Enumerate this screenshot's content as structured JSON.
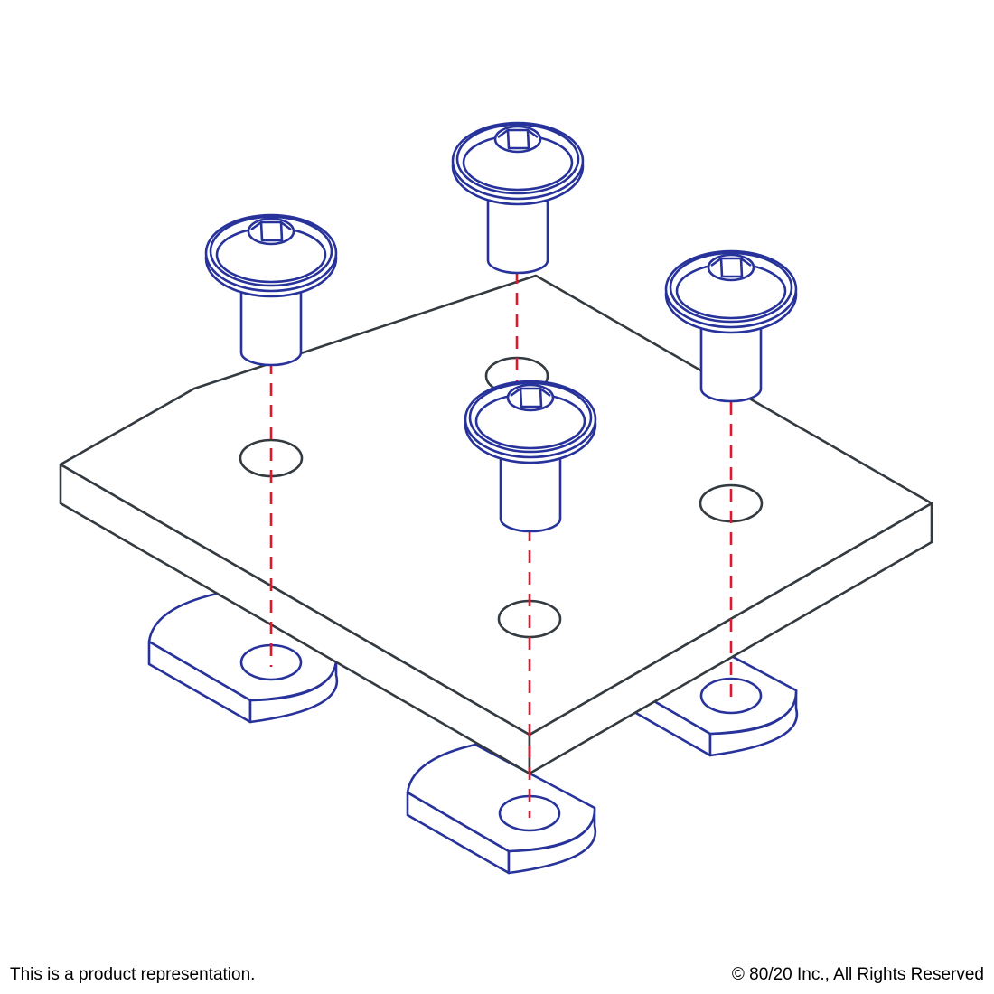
{
  "footer": {
    "disclaimer": "This is a product representation.",
    "copyright": "© 80/20 Inc., All Rights Reserved"
  },
  "diagram": {
    "parts": [
      "plate",
      "button-head-screw",
      "t-nut",
      "hole"
    ],
    "screw_count": 4,
    "nut_count": 3,
    "colors": {
      "plate": "#333a40",
      "hardware": "#27339a",
      "axis_line": "#e0182d"
    }
  }
}
